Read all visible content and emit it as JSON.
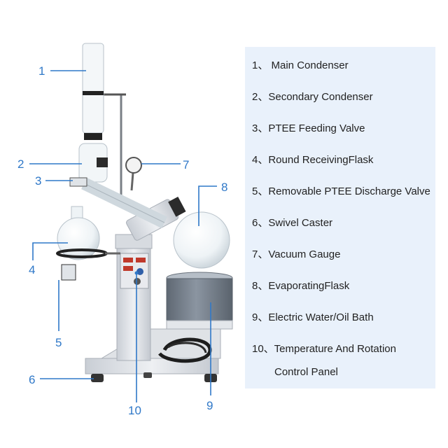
{
  "colors": {
    "accent": "#2f78c8",
    "panel_bg": "#e9f1fb",
    "frame": "#d9dde3",
    "bath": "#7c8692",
    "glass": "#eef3f6"
  },
  "callouts": [
    "1",
    "2",
    "3",
    "4",
    "5",
    "6",
    "7",
    "8",
    "9",
    "10"
  ],
  "legend": [
    "1、 Main Condenser",
    "2、Secondary Condenser",
    "3、PTEE Feeding Valve",
    "4、Round ReceivingFlask",
    "5、Removable PTEE Discharge Valve",
    "6、Swivel Caster",
    "7、Vacuum Gauge",
    "8、EvaporatingFlask",
    "9、Electric Water/Oil Bath",
    "10、Temperature And Rotation",
    "Control Panel"
  ]
}
